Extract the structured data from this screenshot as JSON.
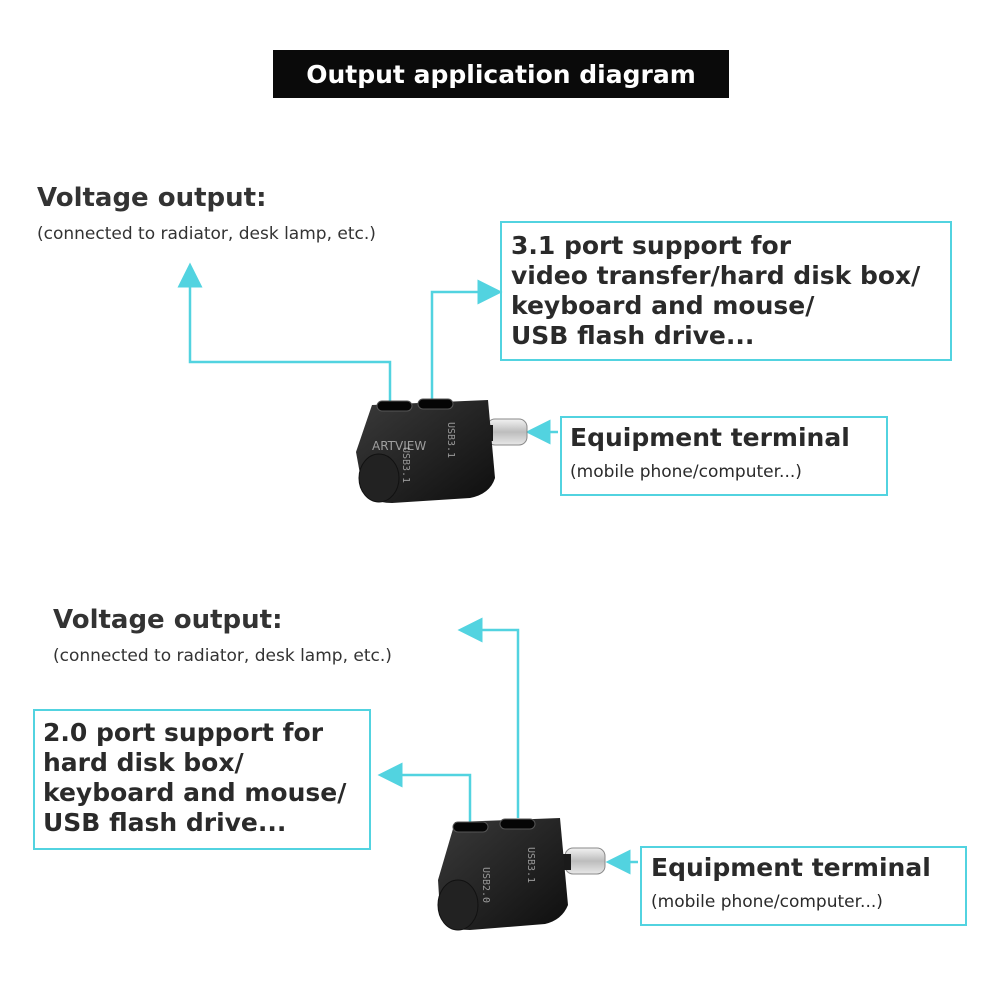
{
  "title": "Output application diagram",
  "section1": {
    "voltage_title": "Voltage output:",
    "voltage_sub": "(connected to radiator, desk lamp, etc.)",
    "port_lines": [
      "3.1 port support for",
      "video transfer/hard disk box/",
      "keyboard and mouse/",
      "USB flash drive..."
    ],
    "equip_title": "Equipment terminal",
    "equip_sub": "(mobile phone/computer...)",
    "connector_labels": [
      "USB3.1",
      "USB3.1"
    ],
    "watermark": "ARTVIEW"
  },
  "section2": {
    "voltage_title": "Voltage output:",
    "voltage_sub": "(connected to radiator, desk lamp, etc.)",
    "port_lines": [
      "2.0 port support for",
      "hard disk box/",
      "keyboard and mouse/",
      "USB flash drive..."
    ],
    "equip_title": "Equipment terminal",
    "equip_sub": "(mobile phone/computer...)",
    "connector_labels": [
      "USB2.0",
      "USB3.1"
    ]
  },
  "colors": {
    "accent": "#52d3e0",
    "title_bg": "#0a0a0a",
    "device": "#1c1c1c"
  }
}
